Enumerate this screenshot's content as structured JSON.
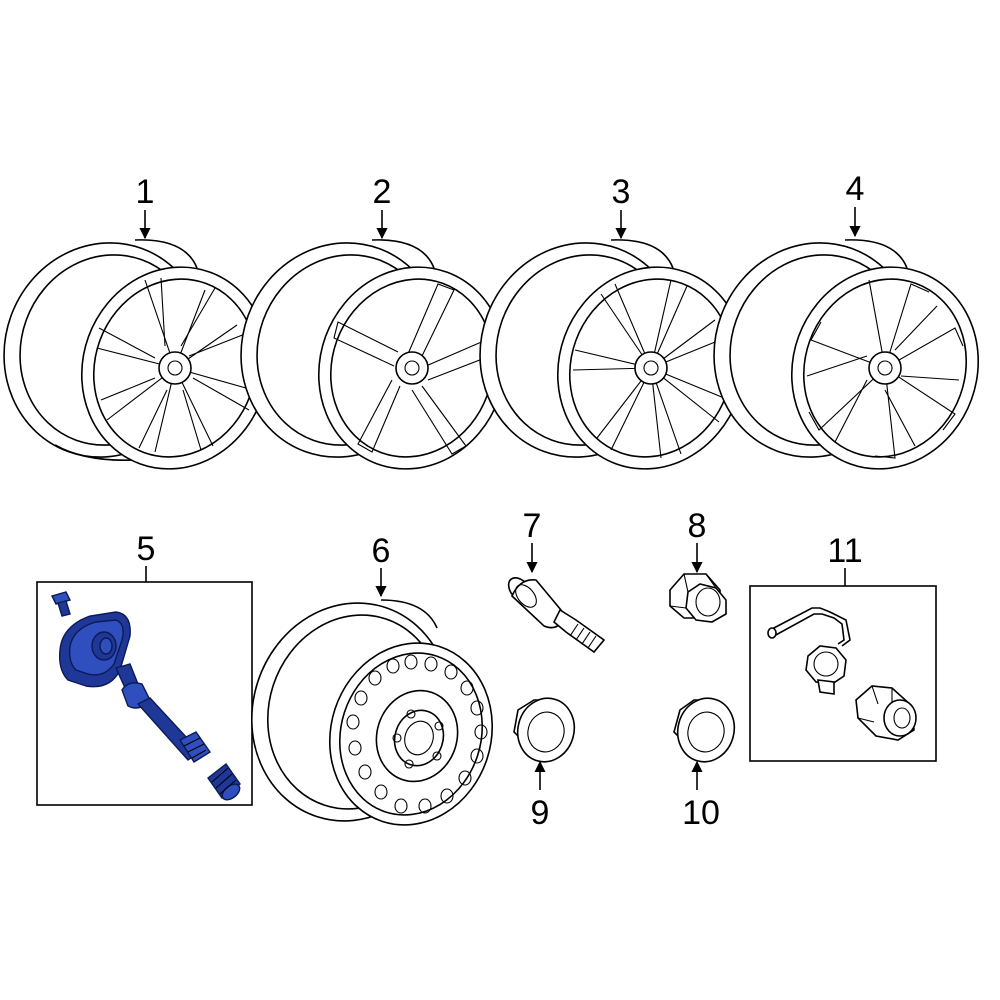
{
  "diagram": {
    "callouts": [
      {
        "id": "1",
        "label": "1"
      },
      {
        "id": "2",
        "label": "2"
      },
      {
        "id": "3",
        "label": "3"
      },
      {
        "id": "4",
        "label": "4"
      },
      {
        "id": "5",
        "label": "5"
      },
      {
        "id": "6",
        "label": "6"
      },
      {
        "id": "7",
        "label": "7"
      },
      {
        "id": "8",
        "label": "8"
      },
      {
        "id": "9",
        "label": "9"
      },
      {
        "id": "10",
        "label": "10"
      },
      {
        "id": "11",
        "label": "11"
      }
    ],
    "highlight_color": "#2f4fbf",
    "line_color": "#000000",
    "background": "#ffffff"
  }
}
